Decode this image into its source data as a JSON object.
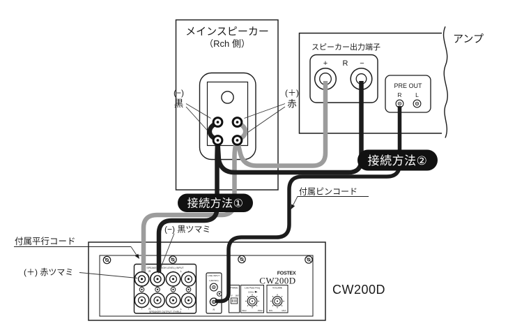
{
  "main_speaker": {
    "title": "メインスピーカー",
    "subtitle": "（Rch 側）",
    "neg_paren": "(−)",
    "neg_label": "黒",
    "pos_paren": "(＋)",
    "pos_label": "赤"
  },
  "amp": {
    "label": "アンプ",
    "speaker_out_title": "スピーカー出力端子",
    "plus": "+",
    "channel": "R",
    "minus": "−",
    "preout_title": "PRE OUT",
    "preout_r": "R",
    "preout_l": "L"
  },
  "badges": {
    "method1": "接続方法①",
    "method2": "接続方法②"
  },
  "callouts": {
    "pin_cord": "付属ピンコード",
    "parallel_cord": "付属平行コード",
    "black_knob": "(−) 黒ツマミ",
    "red_knob": "(＋) 赤ツマミ"
  },
  "sub": {
    "model_side": "CW200D",
    "brand": "FOSTEX",
    "model_panel": "CW200D",
    "block": {
      "top_label": "SPEAKER (HIGH LEVEL) INPUT",
      "bottom_label": "SPEAKER OUTPUT (THRU)",
      "marks": [
        "+",
        "R",
        "−",
        "−",
        "L",
        "+"
      ]
    },
    "line_input": {
      "title": "LINE INPUT",
      "l": "L(MONO)",
      "r": "R"
    },
    "phase": {
      "title": "PHASE",
      "deg0": "0°",
      "deg180": "180°"
    },
    "lowpass": {
      "title": "Low Pass Freq",
      "top_mark": "150Hz",
      "min": "50Hz",
      "max": "150Hz"
    },
    "volume": {
      "title": "VOLUME",
      "min": "MIN",
      "max": "MAX"
    }
  },
  "colors": {
    "wire_black": "#1c1c1c",
    "wire_gray": "#9c9c9c",
    "badge_bg": "#111111",
    "badge_text": "#ffffff"
  }
}
